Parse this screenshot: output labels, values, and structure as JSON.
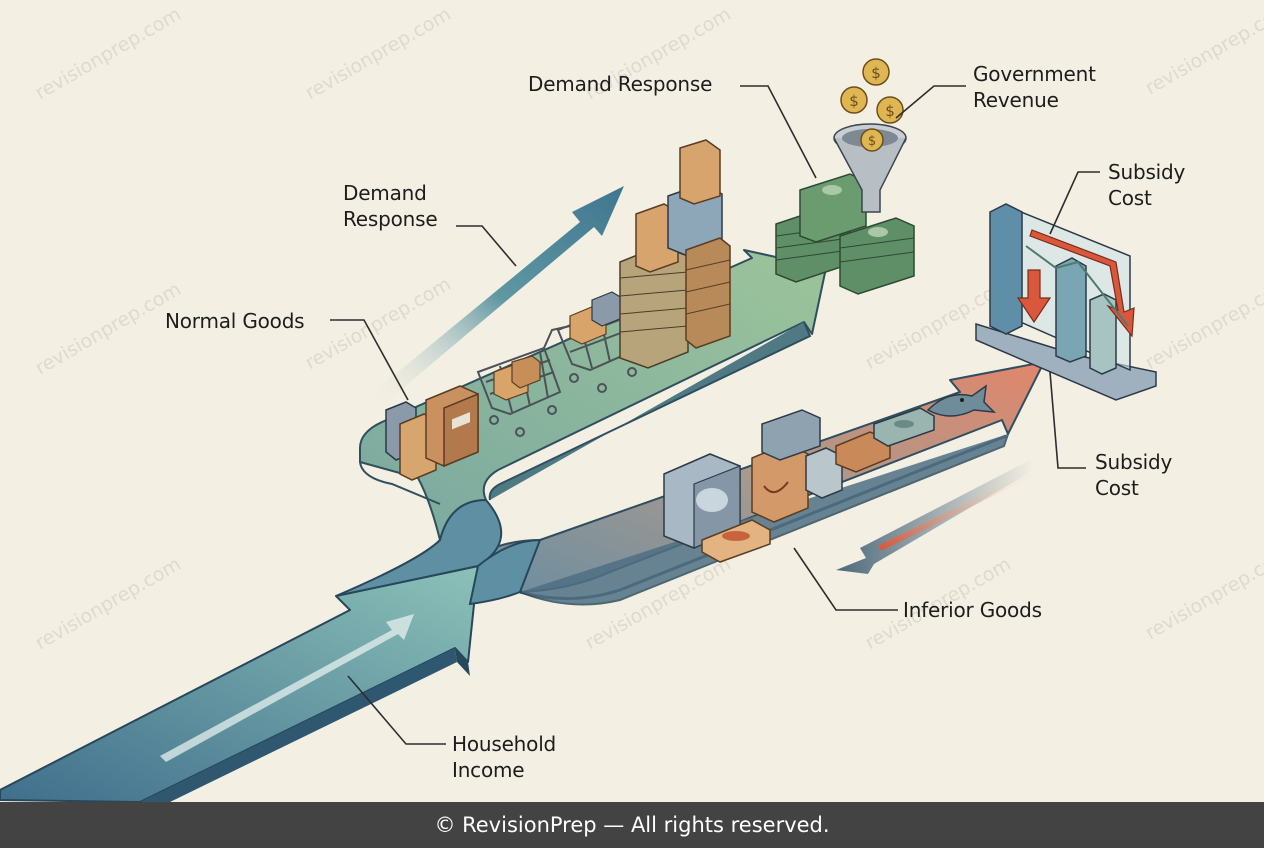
{
  "labels": {
    "demand_response_top": "Demand Response",
    "government_revenue_1": "Government",
    "government_revenue_2": "Revenue",
    "subsidy_cost_top_1": "Subsidy",
    "subsidy_cost_top_2": "Cost",
    "demand_response_left_1": "Demand",
    "demand_response_left_2": "Response",
    "normal_goods": "Normal Goods",
    "subsidy_cost_bottom_1": "Subsidy",
    "subsidy_cost_bottom_2": "Cost",
    "inferior_goods": "Inferior Goods",
    "household_income_1": "Household",
    "household_income_2": "Income"
  },
  "watermark": "revisionprep.com",
  "footer": "© RevisionPrep — All rights reserved.",
  "colors": {
    "background": "#f3efe3",
    "income_arrow": "#5e93a3",
    "normal_path": "#8bb394",
    "inferior_path": "#d48a6e",
    "subsidy_arrow": "#d9583c",
    "footer_bar": "#434343"
  }
}
